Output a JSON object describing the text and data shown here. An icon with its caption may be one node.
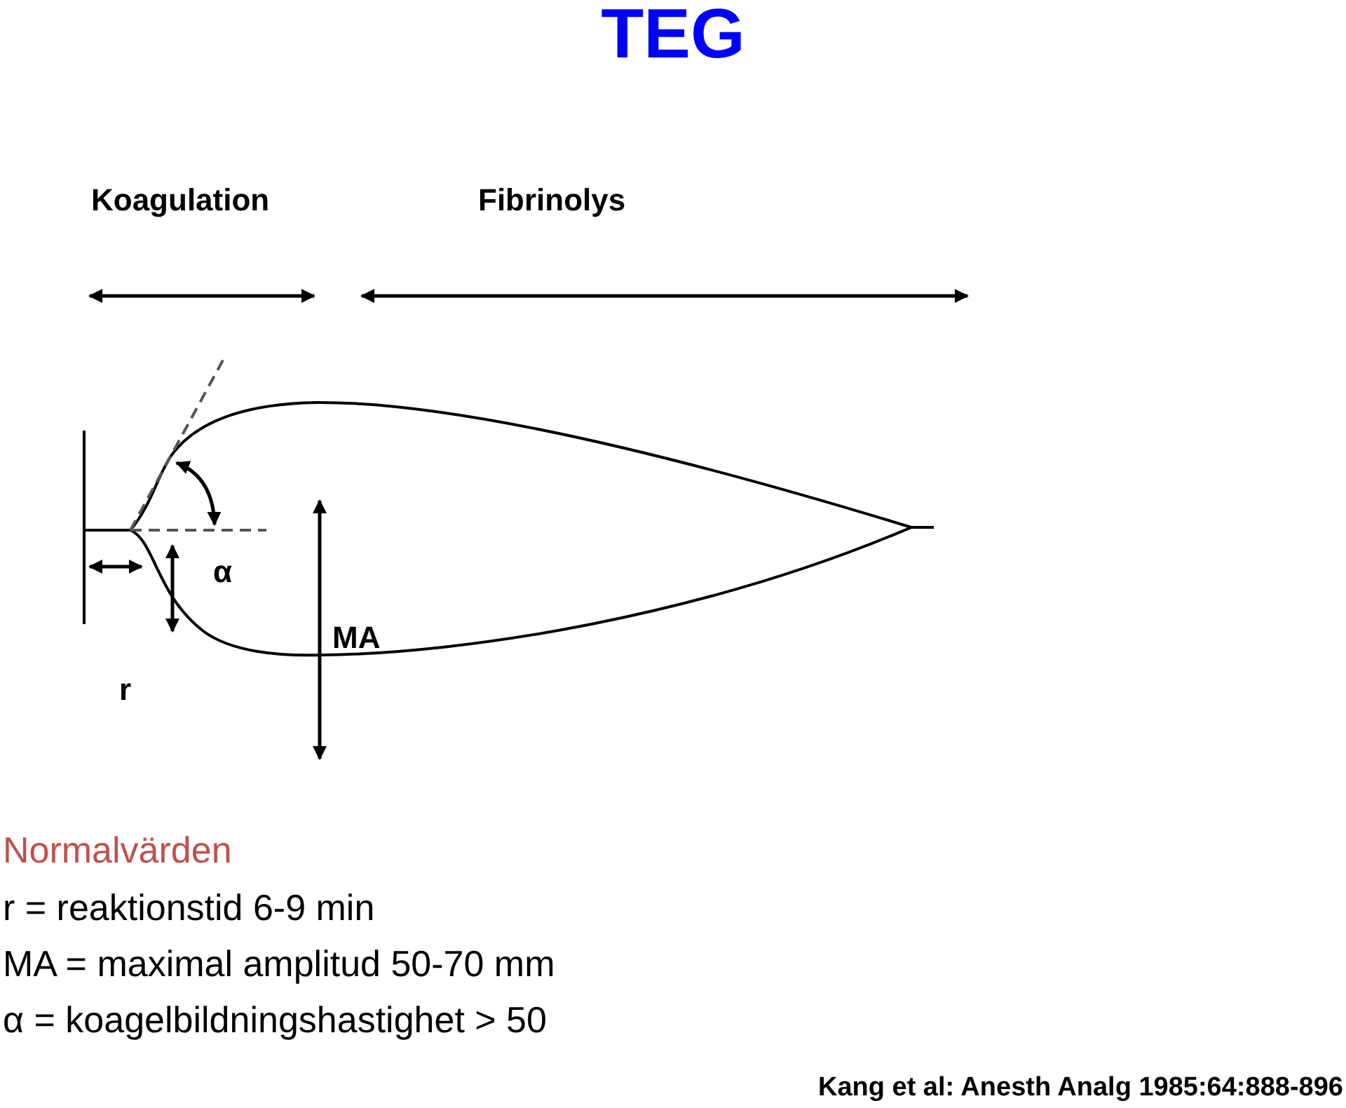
{
  "diagram": {
    "title": "TEG",
    "labels": [
      "Koagulation",
      "Fibrinolys",
      "α",
      "MA",
      "r",
      "Normalvärden",
      "r = reaktionstid 6-9 min",
      "MA = maximal amplitud 50-70 mm",
      "α = koagelbildningshastighet > 50",
      "Kang et al: Anesth Analg 1985:64:888-896"
    ]
  }
}
